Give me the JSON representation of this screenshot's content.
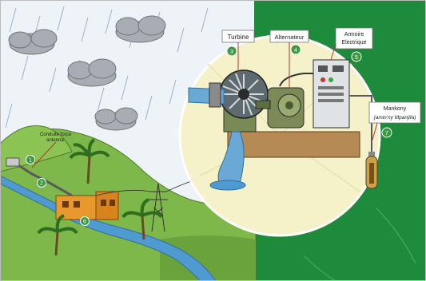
{
  "labels": {
    "turbine": "Turbine",
    "alternator": "Alternateur",
    "cabinet_line1": "Armoire",
    "cabinet_line2": "Electrique",
    "gauge_line1": "Mankony",
    "gauge_line2": "(amin'ny Mpanjifa)",
    "hill_line1": "Conduite force",
    "hill_line2": "antenna"
  },
  "markers": {
    "m1": "1",
    "m2": "2",
    "m3": "3",
    "m4": "4",
    "m5": "5",
    "m6": "6",
    "m7": "7"
  },
  "colors": {
    "panel_green": "#1e8a3c",
    "circle_fill": "#f5f1c9",
    "sky": "#e8f0f6",
    "grass": "#7fb84a",
    "marker_green": "#3a9a3e",
    "building": "#e8992e",
    "water": "#4f9bd1"
  }
}
